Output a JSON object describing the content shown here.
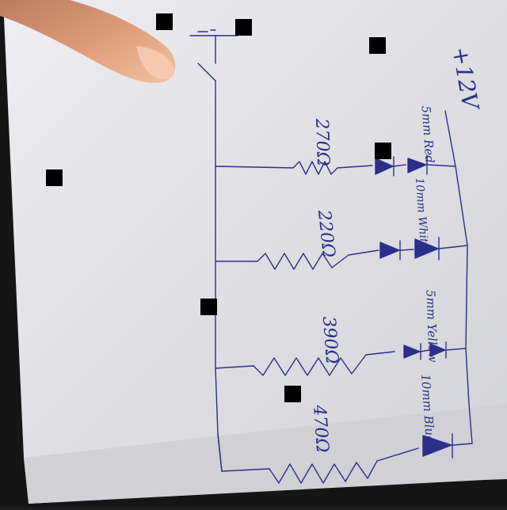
{
  "supply_label": "+12V",
  "branches": [
    {
      "resistor": "270Ω",
      "led": "5mm Red"
    },
    {
      "resistor": "220Ω",
      "led": "10mm White"
    },
    {
      "resistor": "390Ω",
      "led": "5mm Yellow"
    },
    {
      "resistor": "470Ω",
      "led": "10mm Blue"
    }
  ],
  "colors": {
    "ink": "#2a2f8a",
    "paper": "#e4e4e8",
    "skin": "#e5a47f"
  }
}
